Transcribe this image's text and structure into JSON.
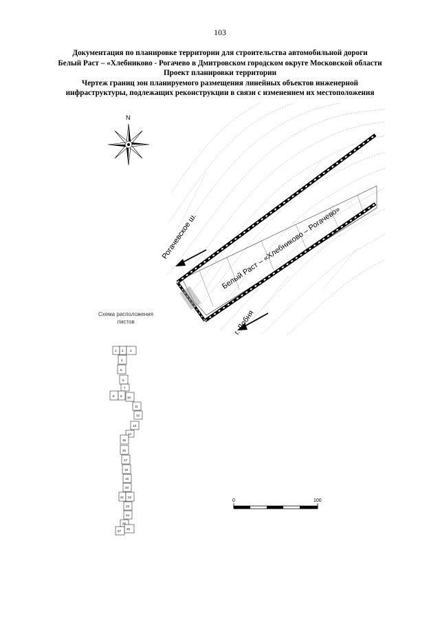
{
  "page_number": "103",
  "header": {
    "line1": "Документация по планировке территории для строительства автомобильной дороги",
    "line2": "Белый Раст – «Хлебниково - Рогачево в Дмитровском городском округе Московской области",
    "line3": "Проект планировки территории",
    "line4": "Чертеж границ зон планируемого размещения линейных объектов инженерной",
    "line5": "инфраструктуры, подлежащих реконструкции в связи с изменением их местоположения"
  },
  "compass": {
    "north_label": "N"
  },
  "map_labels": {
    "rogachev_road": "Рогачевское ш.",
    "main_road": "Белый Раст – «Хлебниково – Рогачево»",
    "lobnya": "г. Лобня"
  },
  "scheme": {
    "title_line1": "Схема расположения",
    "title_line2": "листов",
    "sheets": [
      "1",
      "2",
      "3",
      "4",
      "5",
      "6",
      "7",
      "8",
      "9",
      "10",
      "11",
      "12",
      "13",
      "14",
      "15",
      "16",
      "17",
      "18",
      "19",
      "20",
      "21",
      "22",
      "23",
      "24",
      "25",
      "26",
      "27"
    ]
  },
  "scale_bar": {
    "start": "0",
    "end": "100"
  }
}
